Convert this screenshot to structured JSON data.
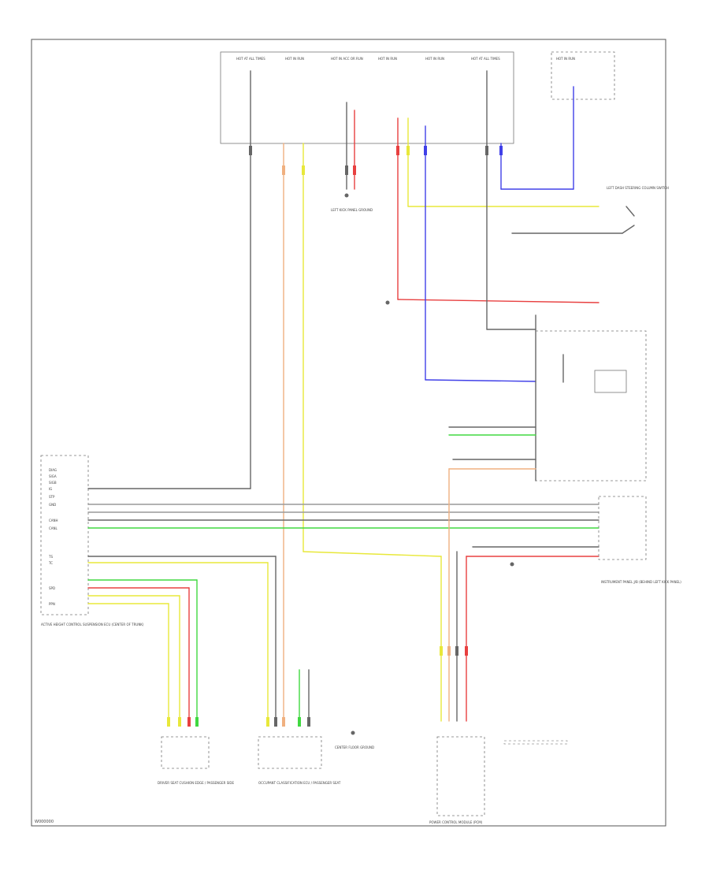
{
  "diagram": {
    "footer_id": "W000000",
    "components": {
      "passenger_module": "ACTIVE HEIGHT CONTROL SUSPENSION ECU (CENTER OF TRUNK)",
      "left_seat_cushion": "DRIVER SEAT CUSHION EDGE / PASSENGER SIDE",
      "occupant_sensor": "OCCUPANT CLASSIFICATION ECU / PASSENGER SEAT",
      "power_control": "POWER CONTROL MODULE (PCM)",
      "instrument_panel": "INSTRUMENT PANEL J/B (BEHIND LEFT KICK PANEL)",
      "dash_switch": "LEFT DASH STEERING COLUMN SWITCH",
      "ground_left": "LEFT KICK PANEL GROUND",
      "ground_center": "CENTER FLOOR GROUND"
    },
    "fuses": [
      "HOT AT ALL TIMES",
      "HOT IN RUN",
      "HOT IN ACC OR RUN",
      "HOT IN RUN",
      "HOT IN RUN",
      "HOT AT ALL TIMES",
      "HOT IN RUN"
    ],
    "pins_left": [
      "DIAG",
      "SIGA",
      "SIGB",
      "IG",
      "STP",
      "GND",
      "CANH",
      "CANL",
      "TS",
      "TC",
      "SPD",
      "PPN"
    ]
  }
}
